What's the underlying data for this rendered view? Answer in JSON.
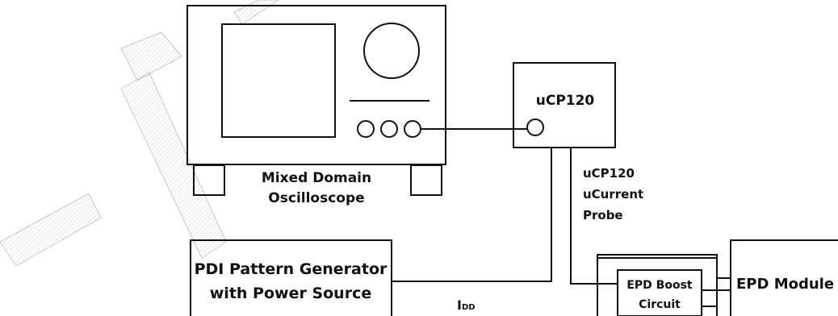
{
  "oscilloscope": {
    "label_line1": "Mixed Domain",
    "label_line2": "Oscilloscope"
  },
  "probe_unit": {
    "label": "uCP120"
  },
  "probe_caption": {
    "line1": "uCP120",
    "line2": "uCurrent",
    "line3": "Probe"
  },
  "pattern_generator": {
    "line1": "PDI Pattern Generator",
    "line2": "with Power Source"
  },
  "current_label": {
    "main": "I",
    "subscript": "DD"
  },
  "boost_circuit": {
    "line1": "EPD Boost",
    "line2": "Circuit"
  },
  "epd_module": {
    "label": "EPD Module"
  },
  "colors": {
    "line": "#111111",
    "watermark": "#c8c8c8",
    "background": "#ffffff"
  }
}
